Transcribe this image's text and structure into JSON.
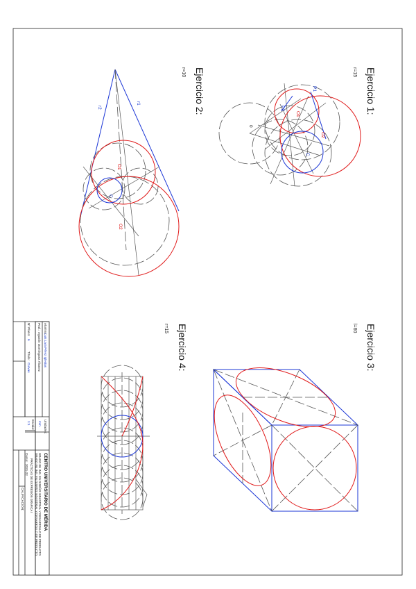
{
  "exercises": {
    "ex1": {
      "title": "Ejercicio 1:",
      "param": "r=15",
      "labels": {
        "p1": "P1",
        "o1": "O1",
        "o2": "O2",
        "c": "C",
        "o": "0",
        "p2": "P2"
      }
    },
    "ex2": {
      "title": "Ejercicio 2:",
      "param": "r=10",
      "labels": {
        "r1": "r1",
        "r2": "r2",
        "o1": "O1",
        "o2": "O2",
        "c": "C"
      }
    },
    "ex3": {
      "title": "Ejercicio 3:",
      "param": "l=60"
    },
    "ex4": {
      "title": "Ejercicio 4:",
      "param": "r=15"
    }
  },
  "title_block": {
    "alumno_label": "Alumno:",
    "alumno_value": "Luis Lara Pérez Iglesias",
    "profesor_label": "Prof.:",
    "profesor_value": "Agustín Domínguez Álvarez",
    "plano_label": "Nº Plano:",
    "plano_value": "6",
    "titulo_label": "Título:",
    "titulo_value": "Curvas",
    "unidades_label": "Unidades:",
    "unidades_value": "mm",
    "escala_label": "Escala:",
    "escala_value": "1:1",
    "institution": "CENTRO UNIVERSITARIO DE MÉRIDA",
    "degree_1": "GRADO EN ING. EN DISEÑO INDUSTRIAL Y DESARROLLO DE PRODUCTO",
    "degree_2": "GRADO EN ING. EN DISEÑO INDUSTRIAL Y DESARROLLO DE PRODUCTO",
    "course_name": "PRÁCTICAS DE EXPRESIÓN GRÁFICA I",
    "curso_label": "Curso:",
    "curso_value": "2021-22",
    "calificacion_label": "CALIFICACIÓN:"
  },
  "colors": {
    "construction": "#555555",
    "solution_red": "#e01818",
    "solution_blue": "#1a35d6"
  }
}
